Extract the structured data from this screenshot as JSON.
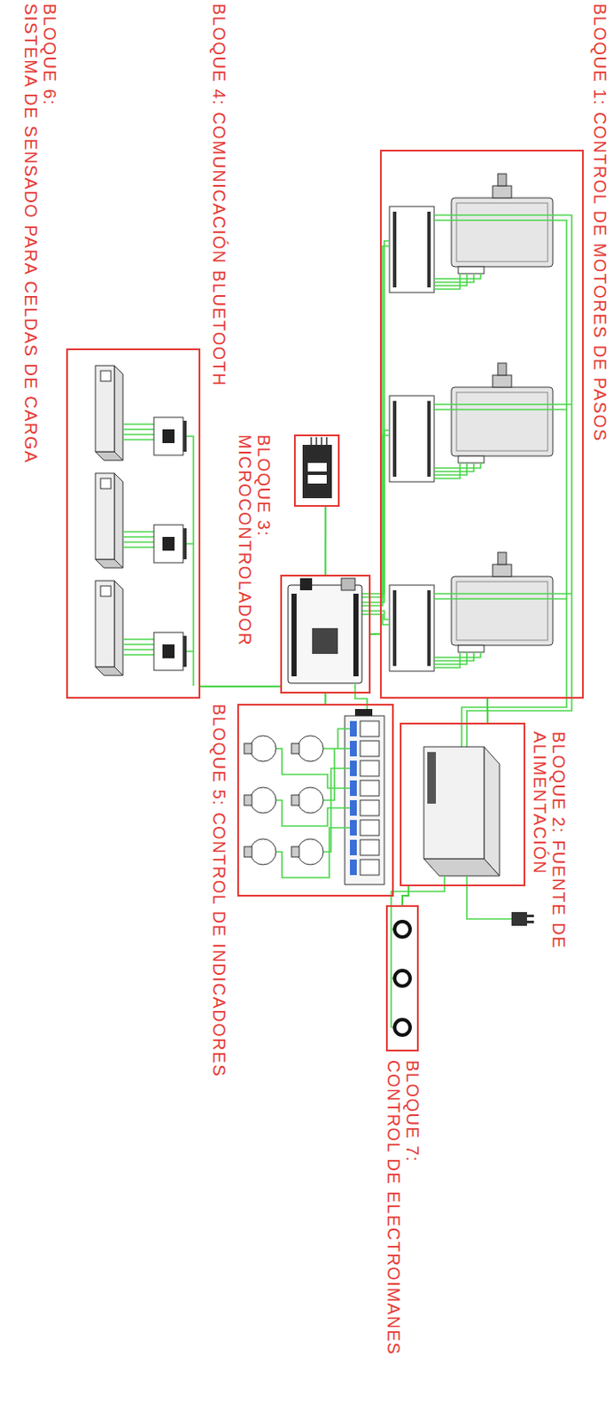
{
  "diagram": {
    "nodes": [
      {
        "text": [
          "BLOQUE 1: CONTROL DE MOTORES DE PASOS"
        ]
      },
      {
        "text": [
          "BLOQUE 2: FUENTE DE ALIMENTACIÓN"
        ]
      },
      {
        "text": [
          "BLOQUE 3: MICROCONTROLADOR"
        ]
      },
      {
        "text": [
          "BLOQUE 4: COMUNICACIÓN BLUETOOTH"
        ]
      },
      {
        "text": [
          "BLOQUE 5: CONTROL DE INDICADORES"
        ]
      },
      {
        "text": [
          "BLOQUE 6: SISTEMA DE SENSADO PARA CELDAS DE CARGA"
        ]
      },
      {
        "text": [
          "BLOQUE 7: CONTROL DE ELECTROIMANES"
        ]
      }
    ],
    "edges": [
      {
        "from": 2,
        "to": 0,
        "arrow": "none"
      },
      {
        "from": 1,
        "to": 0,
        "arrow": "none"
      },
      {
        "from": 2,
        "to": 3,
        "arrow": "none"
      },
      {
        "from": 2,
        "to": 4,
        "arrow": "none"
      },
      {
        "from": 2,
        "to": 5,
        "arrow": "none"
      },
      {
        "from": 1,
        "to": 6,
        "arrow": "none"
      }
    ]
  }
}
